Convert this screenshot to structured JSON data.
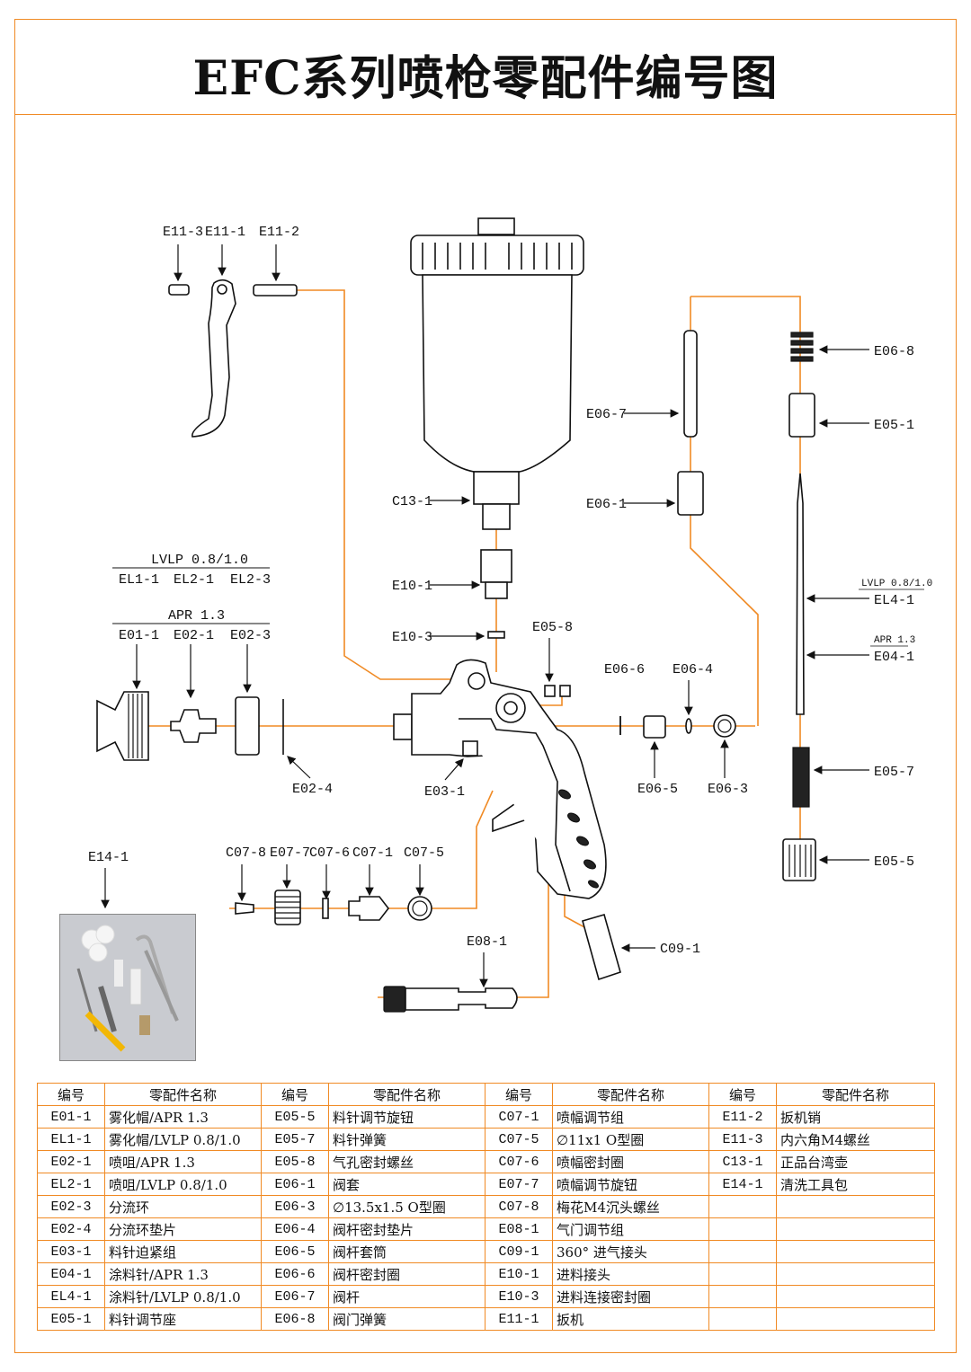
{
  "title": "EFC系列喷枪零配件编号图",
  "colors": {
    "accent": "#f08a24",
    "line": "#111111",
    "photo_bg": "#c9cbd0"
  },
  "diagram": {
    "trigger_labels": [
      "E11-3",
      "E11-1",
      "E11-2"
    ],
    "lvlp_group": {
      "header": "LVLP 0.8/1.0",
      "codes": [
        "EL1-1",
        "EL2-1",
        "EL2-3"
      ]
    },
    "apr_group": {
      "header": "APR 1.3",
      "codes": [
        "E01-1",
        "E02-1",
        "E02-3"
      ]
    },
    "labels": {
      "e02_4": "E02-4",
      "c13_1": "C13-1",
      "e10_1": "E10-1",
      "e10_3": "E10-3",
      "e05_8": "E05-8",
      "e03_1": "E03-1",
      "e06_6": "E06-6",
      "e06_4": "E06-4",
      "e06_5": "E06-5",
      "e06_3": "E06-3",
      "e06_7": "E06-7",
      "e06_1": "E06-1",
      "e06_8": "E06-8",
      "e05_1": "E05-1",
      "el4_1_spec": "LVLP 0.8/1.0",
      "el4_1": "EL4-1",
      "e04_1_spec": "APR 1.3",
      "e04_1": "E04-1",
      "e05_7": "E05-7",
      "e05_5": "E05-5",
      "e14_1": "E14-1",
      "c07_8": "C07-8",
      "e07_7": "E07-7",
      "c07_6": "C07-6",
      "c07_1": "C07-1",
      "c07_5": "C07-5",
      "e08_1": "E08-1",
      "c09_1": "C09-1"
    }
  },
  "table": {
    "headers": [
      "编号",
      "零配件名称",
      "编号",
      "零配件名称",
      "编号",
      "零配件名称",
      "编号",
      "零配件名称"
    ],
    "rows": [
      [
        "E01-1",
        "雾化帽/APR  1.3",
        "E05-5",
        "料针调节旋钮",
        "C07-1",
        "喷幅调节组",
        "E11-2",
        "扳机销"
      ],
      [
        "EL1-1",
        "雾化帽/LVLP 0.8/1.0",
        "E05-7",
        "料针弹簧",
        "C07-5",
        "∅11x1 O型圈",
        "E11-3",
        "内六角M4螺丝"
      ],
      [
        "E02-1",
        "喷咀/APR  1.3",
        "E05-8",
        "气孔密封螺丝",
        "C07-6",
        "喷幅密封圈",
        "C13-1",
        "正品台湾壶"
      ],
      [
        "EL2-1",
        "喷咀/LVLP 0.8/1.0",
        "E06-1",
        "阀套",
        "E07-7",
        "喷幅调节旋钮",
        "E14-1",
        "清洗工具包"
      ],
      [
        "E02-3",
        "分流环",
        "E06-3",
        "∅13.5x1.5 O型圈",
        "C07-8",
        "梅花M4沉头螺丝",
        "",
        ""
      ],
      [
        "E02-4",
        "分流环垫片",
        "E06-4",
        "阀杆密封垫片",
        "E08-1",
        "气门调节组",
        "",
        ""
      ],
      [
        "E03-1",
        "料针迫紧组",
        "E06-5",
        "阀杆套筒",
        "C09-1",
        "360° 进气接头",
        "",
        ""
      ],
      [
        "E04-1",
        "涂料针/APR  1.3",
        "E06-6",
        "阀杆密封圈",
        "E10-1",
        "进料接头",
        "",
        ""
      ],
      [
        "EL4-1",
        "涂料针/LVLP 0.8/1.0",
        "E06-7",
        "阀杆",
        "E10-3",
        "进料连接密封圈",
        "",
        ""
      ],
      [
        "E05-1",
        "料针调节座",
        "E06-8",
        "阀门弹簧",
        "E11-1",
        "扳机",
        "",
        ""
      ]
    ]
  }
}
